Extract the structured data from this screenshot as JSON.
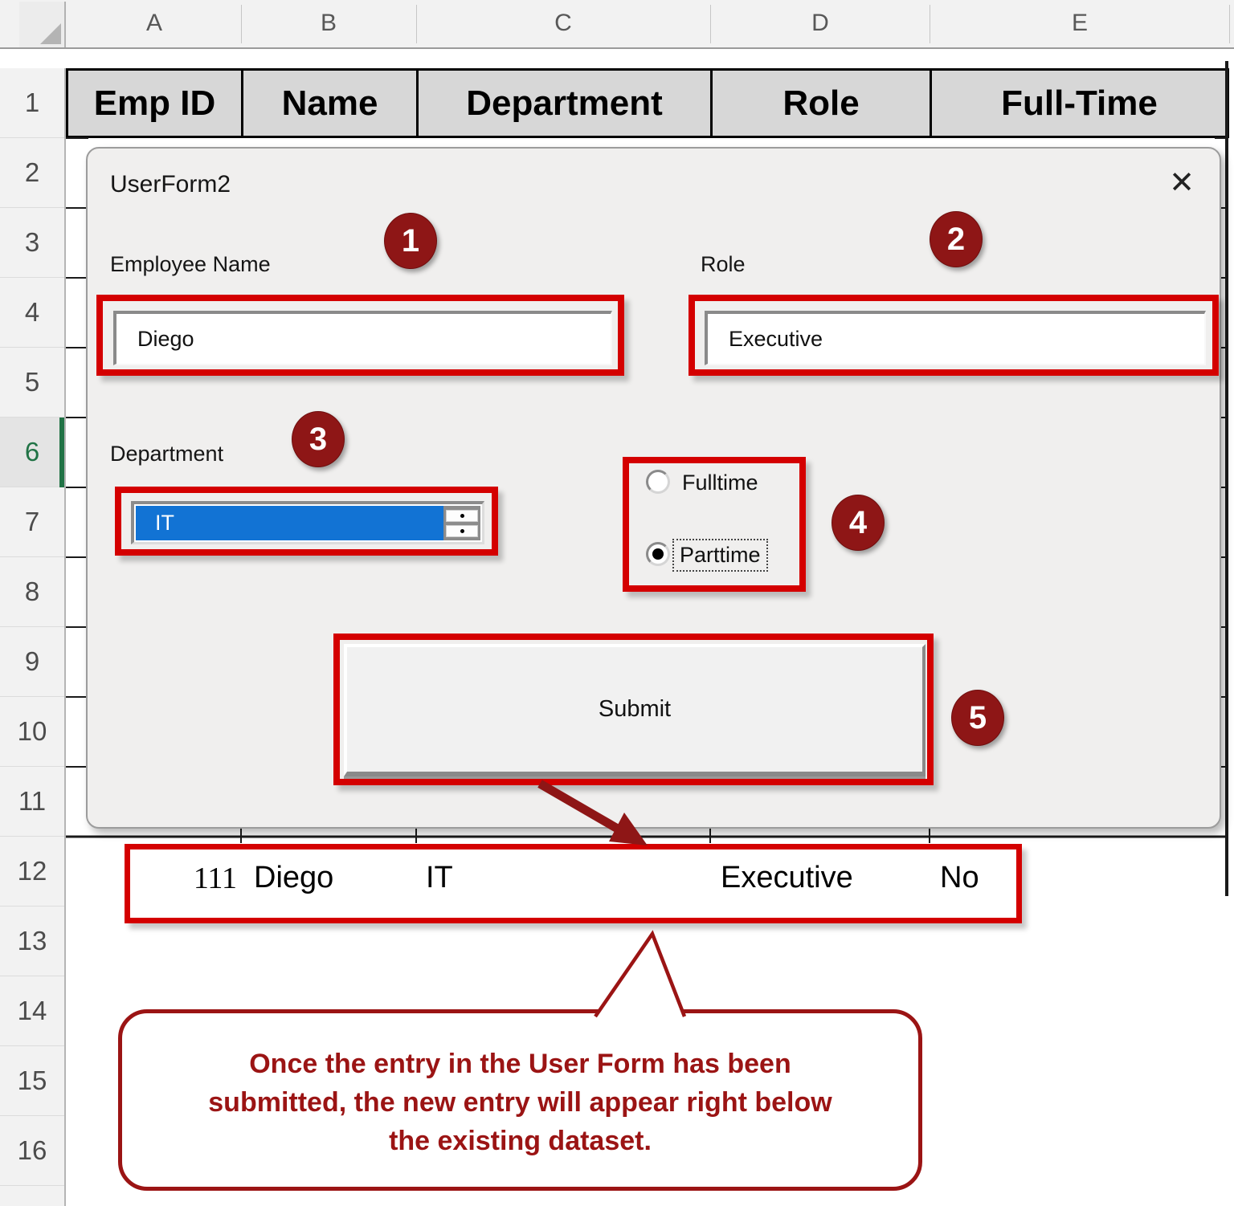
{
  "colors": {
    "annotation_red": "#d40000",
    "dark_red": "#9b1414",
    "selection_blue": "#1273d4",
    "excel_green": "#217346"
  },
  "spreadsheet": {
    "column_headers": [
      "A",
      "B",
      "C",
      "D",
      "E"
    ],
    "row_numbers": [
      "1",
      "2",
      "3",
      "4",
      "5",
      "6",
      "7",
      "8",
      "9",
      "10",
      "11",
      "12",
      "13",
      "14",
      "15",
      "16"
    ],
    "selected_row_number": "6",
    "data_header_row": {
      "emp_id": "Emp ID",
      "name": "Name",
      "department": "Department",
      "role": "Role",
      "full_time": "Full-Time"
    },
    "new_entry_row": {
      "emp_id": "111",
      "name": "Diego",
      "department": "IT",
      "role": "Executive",
      "full_time": "No"
    }
  },
  "userform": {
    "title": "UserForm2",
    "close_icon": "✕",
    "employee_name": {
      "label": "Employee Name",
      "value": "Diego"
    },
    "role": {
      "label": "Role",
      "value": "Executive"
    },
    "department": {
      "label": "Department",
      "value": "IT"
    },
    "employment_type": {
      "options": [
        {
          "label": "Fulltime",
          "selected": false
        },
        {
          "label": "Parttime",
          "selected": true
        }
      ]
    },
    "submit_label": "Submit"
  },
  "annotations": {
    "step_badges": [
      "1",
      "2",
      "3",
      "4",
      "5"
    ],
    "callout_lines": [
      "Once the entry in the User Form has been",
      "submitted, the new entry will appear right below",
      "the existing dataset."
    ]
  }
}
